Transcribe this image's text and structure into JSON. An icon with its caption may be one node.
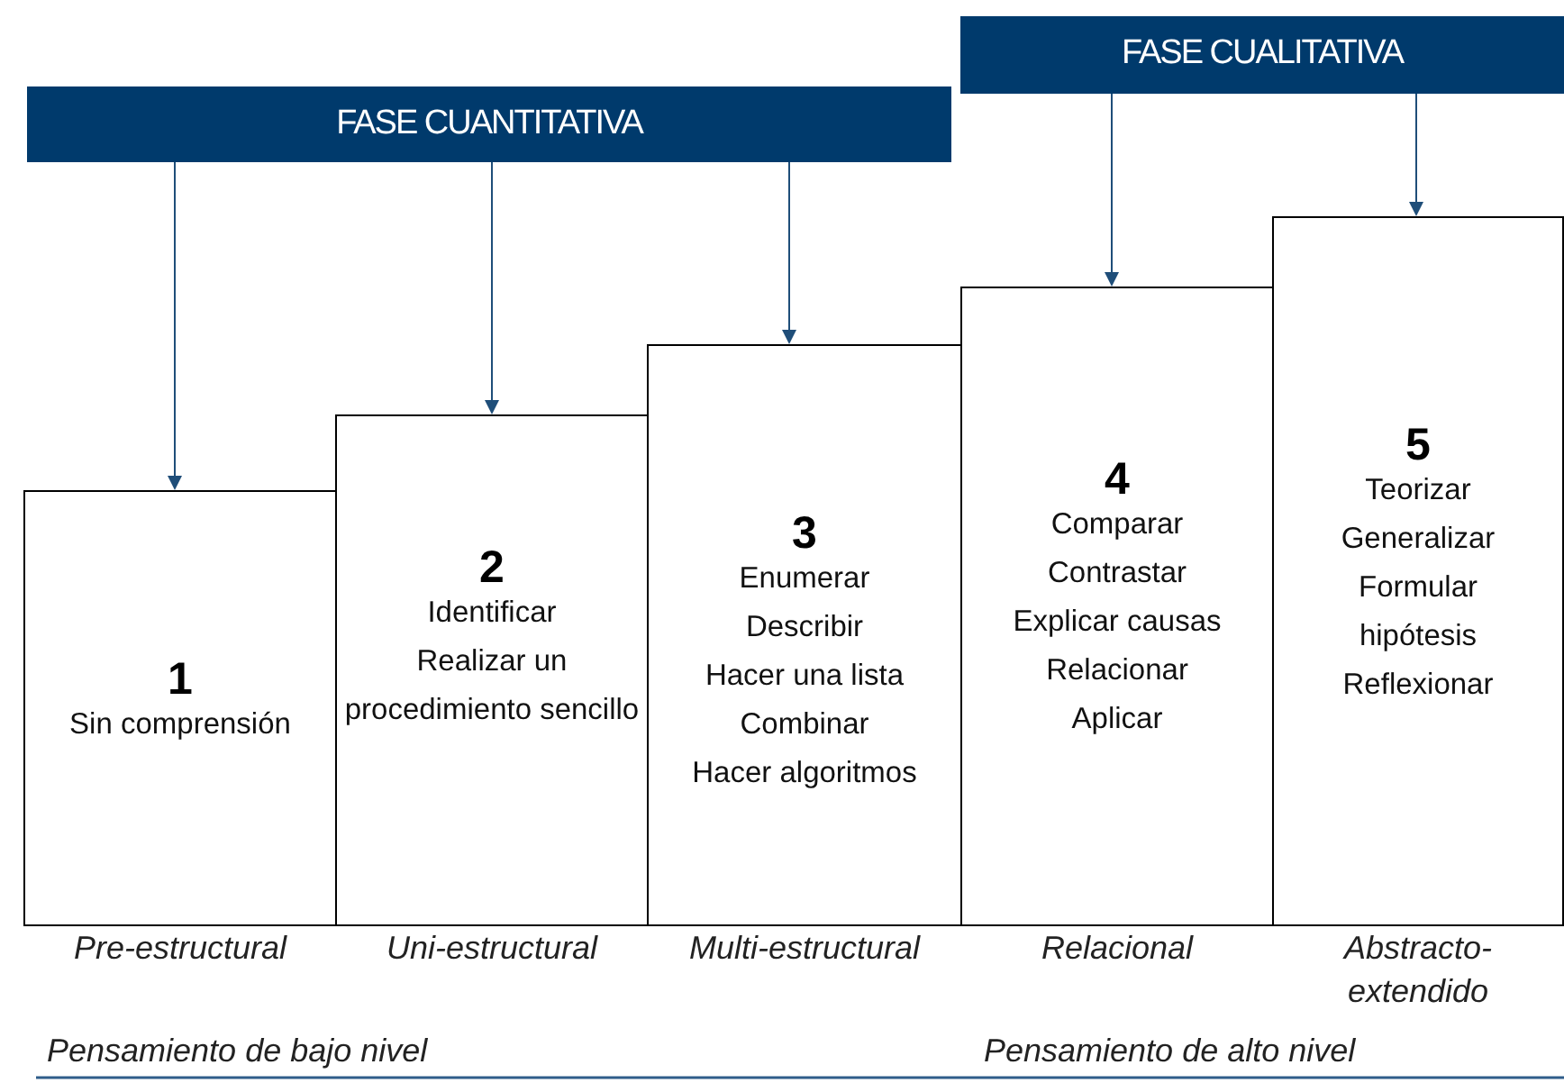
{
  "diagram": {
    "nodes": [
      {
        "text": [
          "FASE CUANTITATIVA"
        ]
      },
      {
        "text": [
          "FASE CUALITATIVA"
        ]
      },
      {
        "text": [
          "1",
          "Sin comprensión"
        ],
        "beside": [
          "Pre-estructural"
        ]
      },
      {
        "text": [
          "2",
          "Identificar",
          "Realizar un procedimiento sencillo"
        ],
        "beside": [
          "Uni-estructural"
        ]
      },
      {
        "text": [
          "3",
          "Enumerar",
          "Describir",
          "Hacer una lista",
          "Combinar",
          "Hacer algoritmos"
        ],
        "beside": [
          "Multi-estructural"
        ]
      },
      {
        "text": [
          "4",
          "Comparar",
          "Contrastar",
          "Explicar causas",
          "Relacionar",
          "Aplicar"
        ],
        "beside": [
          "Relacional"
        ]
      },
      {
        "text": [
          "5",
          "Teorizar",
          "Generalizar",
          "Formular hipótesis",
          "Reflexionar"
        ],
        "beside": [
          "Abstracto-extendido"
        ]
      }
    ],
    "edges": [
      {
        "from": 0,
        "to": 2,
        "arrow": "to"
      },
      {
        "from": 0,
        "to": 3,
        "arrow": "to"
      },
      {
        "from": 0,
        "to": 4,
        "arrow": "to"
      },
      {
        "from": 1,
        "to": 5,
        "arrow": "to"
      },
      {
        "from": 1,
        "to": 6,
        "arrow": "to"
      }
    ],
    "labels": [
      "Pensamiento de bajo nivel",
      "Pensamiento de alto nivel"
    ]
  }
}
